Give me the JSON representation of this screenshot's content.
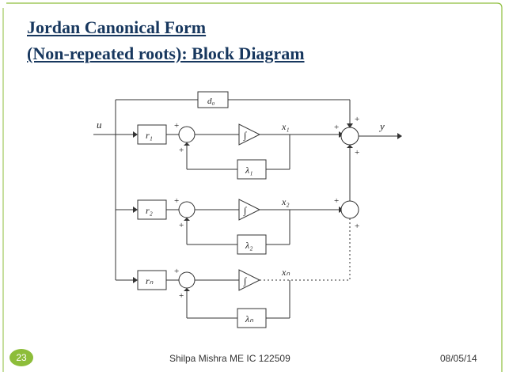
{
  "title": {
    "line1": "Jordan Canonical Form",
    "line2": "(Non-repeated roots): Block Diagram"
  },
  "diagram": {
    "input_label": "u",
    "output_label": "y",
    "feedthrough_label": "d₀",
    "integrator_symbol": "∫",
    "rows": [
      {
        "gain": "r₁",
        "state": "x₁",
        "feedback": "λ₁"
      },
      {
        "gain": "r₂",
        "state": "x₂",
        "feedback": "λ₂"
      },
      {
        "gain": "rₙ",
        "state": "xₙ",
        "feedback": "λₙ"
      }
    ],
    "sign_plus": "+"
  },
  "footer": {
    "slide_number": "23",
    "author": "Shilpa Mishra ME IC 122509",
    "date": "08/05/14"
  },
  "colors": {
    "title": "#17375e",
    "accent": "#8dbd3a",
    "border": "#8dbd3a"
  }
}
